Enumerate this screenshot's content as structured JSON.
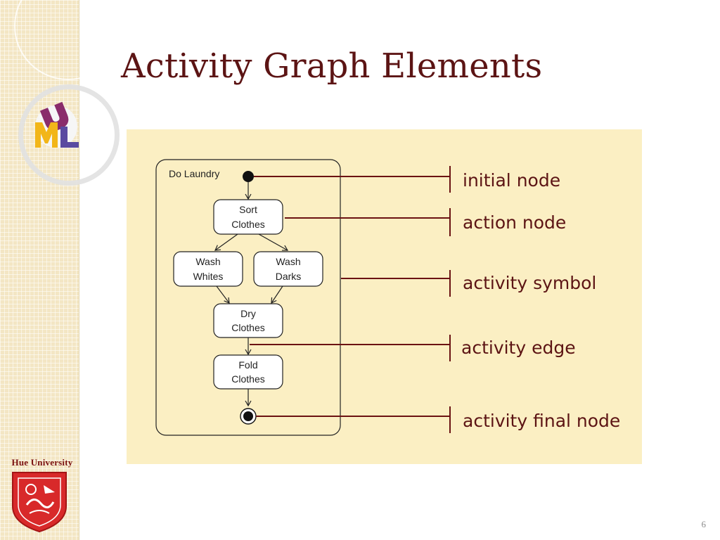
{
  "slide": {
    "title": "Activity Graph Elements",
    "page_number": "6",
    "university": "Hue University"
  },
  "diagram": {
    "activity_name": "Do Laundry",
    "actions": {
      "sort": [
        "Sort",
        "Clothes"
      ],
      "wash_whites": [
        "Wash",
        "Whites"
      ],
      "wash_darks": [
        "Wash",
        "Darks"
      ],
      "dry": [
        "Dry",
        "Clothes"
      ],
      "fold": [
        "Fold",
        "Clothes"
      ]
    },
    "callouts": {
      "initial_node": "initial node",
      "action_node": "action node",
      "activity_symbol": "activity symbol",
      "activity_edge": "activity edge",
      "activity_final_node": "activity final node"
    }
  },
  "colors": {
    "title": "#5c1414",
    "callout_line": "#6b1212",
    "panel": "#fbefc3"
  },
  "icons": {
    "logo": "uml-logo-icon",
    "crest": "hue-university-crest-icon"
  }
}
